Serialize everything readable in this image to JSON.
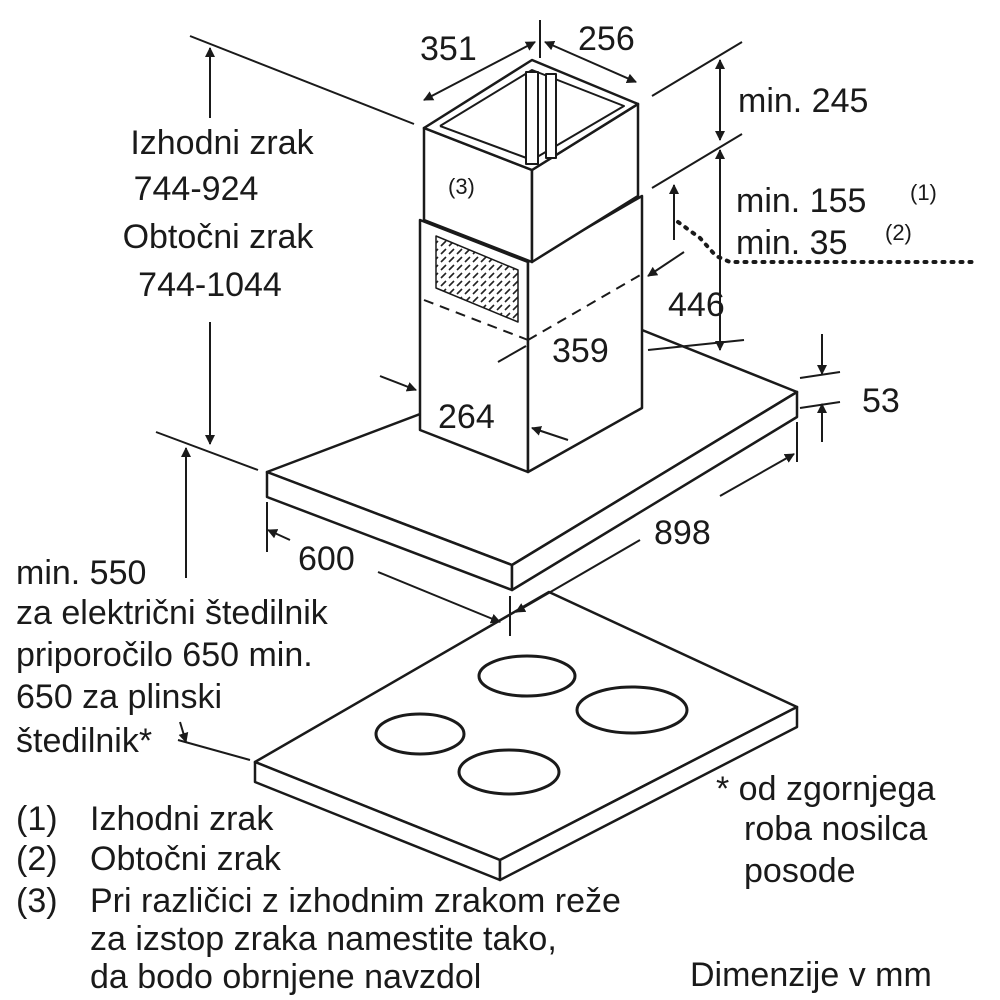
{
  "labels": {
    "width_351": "351",
    "depth_256": "256",
    "min_245": "min. 245",
    "min_155": "min. 155",
    "sup_1": "(1)",
    "min_35": "min. 35",
    "sup_2": "(2)",
    "dim_446": "446",
    "dim_359": "359",
    "dim_264": "264",
    "dim_53": "53",
    "dim_898": "898",
    "dim_600": "600",
    "callout_3": "(3)"
  },
  "chimney_height": {
    "line1": "Izhodni zrak",
    "line2": "744-924",
    "line3": "Obtočni zrak",
    "line4": "744-1044"
  },
  "min_distance": {
    "line1": "min. 550",
    "line2": "za električni štedilnik",
    "line3": "priporočilo 650 min.",
    "line4": "650 za plinski",
    "line5": "štedilnik*"
  },
  "footnote_star": {
    "line1": "* od zgornjega",
    "line2": "roba nosilca",
    "line3": "posode"
  },
  "legend": [
    {
      "key": "(1)",
      "text": "Izhodni zrak"
    },
    {
      "key": "(2)",
      "text": "Obtočni zrak"
    },
    {
      "key": "(3)",
      "text": "Pri različici z izhodnim zrakom reže"
    }
  ],
  "legend_cont": {
    "line1": "za izstop zraka namestite tako,",
    "line2": "da bodo obrnjene navzdol"
  },
  "units": "Dimenzije v mm"
}
